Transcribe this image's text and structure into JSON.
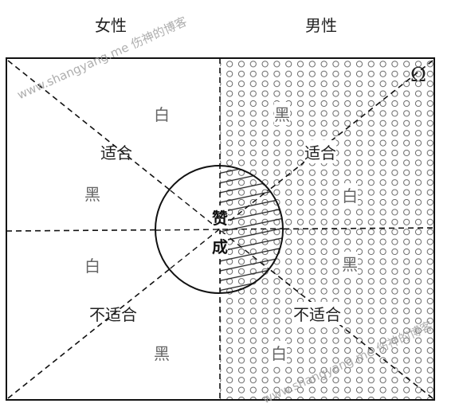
{
  "header": {
    "female": "女性",
    "male": "男性"
  },
  "omega": "Ω",
  "female_side": {
    "top": {
      "white": "白",
      "suitable": "适合",
      "black": "黑"
    },
    "bottom": {
      "white": "白",
      "unsuitable": "不适合",
      "black": "黑"
    }
  },
  "male_side": {
    "top": {
      "black": "黑",
      "suitable": "适合",
      "white": "白"
    },
    "bottom": {
      "black": "黑",
      "unsuitable": "不适合",
      "white": "白"
    }
  },
  "center": {
    "line1": "赞",
    "line2": "成"
  },
  "watermark": "www.shangyang.me 伤神的博客"
}
